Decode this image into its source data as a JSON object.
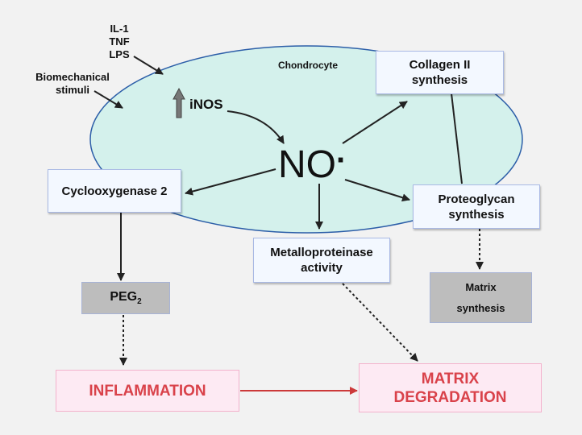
{
  "stimuli": {
    "cytokines": [
      "IL-1",
      "TNF",
      "LPS"
    ],
    "biomechanical": [
      "Biomechanical",
      "stimuli"
    ]
  },
  "cell": {
    "label": "Chondrocyte",
    "fill_color": "#d4f1ec",
    "border_color": "#2c5ea8"
  },
  "inos": {
    "label": "iNOS",
    "arrow_direction": "up",
    "arrow_color": "#777777"
  },
  "no": {
    "label": "NO",
    "radical_dot": "·"
  },
  "nodes": {
    "collagen": [
      "Collagen II",
      "synthesis"
    ],
    "proteoglycan": [
      "Proteoglycan",
      "synthesis"
    ],
    "cox2": "Cyclooxygenase 2",
    "metallo": [
      "Metalloproteinase",
      "activity"
    ],
    "peg2": {
      "base": "PEG",
      "sub": "2"
    },
    "matrix_synthesis": [
      "Matrix",
      "synthesis"
    ],
    "inflammation": "INFLAMMATION",
    "matrix_degradation": [
      "MATRIX",
      "DEGRADATION"
    ]
  },
  "colors": {
    "background": "#f2f2f2",
    "blue_box_fill": "#f3f8ff",
    "blue_box_border": "#a9b9e4",
    "gray_box_fill": "#bdbdbd",
    "pink_box_fill": "#fdeaf3",
    "pink_text": "#d9424a",
    "red_arrow": "#cc3a3a"
  }
}
